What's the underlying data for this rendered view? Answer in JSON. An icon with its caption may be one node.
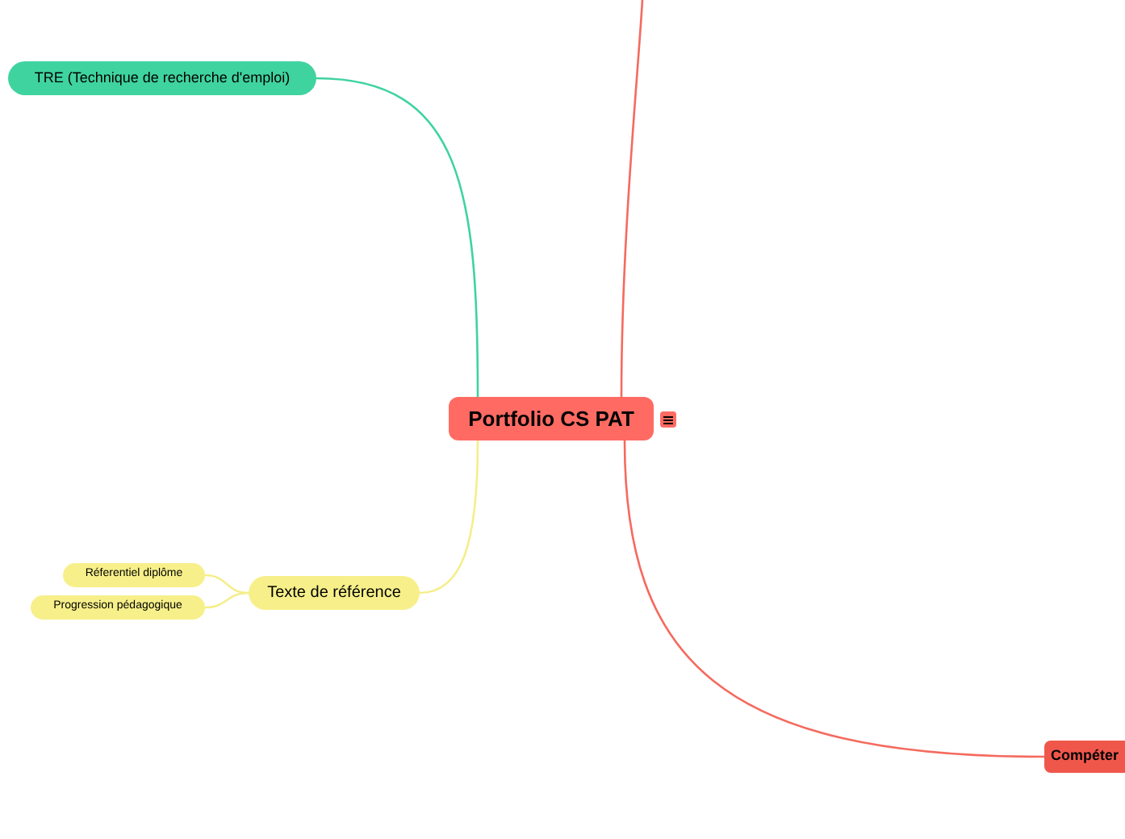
{
  "diagram": {
    "nodes": [
      {
        "text": [
          "Portfolio CS PAT"
        ]
      },
      {
        "text": [
          "TRE (Technique de recherche d'emploi)"
        ]
      },
      {
        "text": [
          "Texte de référence"
        ]
      },
      {
        "text": [
          "Réferentiel diplôme"
        ]
      },
      {
        "text": [
          "Progression pédagogique"
        ]
      },
      {
        "text": [
          "Compéter"
        ]
      }
    ],
    "edges": [
      {
        "from": 0,
        "to": 1,
        "arrow": "none",
        "color": "#3fd3a0"
      },
      {
        "from": 0,
        "to": 2,
        "arrow": "none",
        "color": "#f5ee8a"
      },
      {
        "from": 2,
        "to": 3,
        "arrow": "none",
        "color": "#f5ee8a"
      },
      {
        "from": 2,
        "to": 4,
        "arrow": "none",
        "color": "#f5ee8a"
      },
      {
        "from": 0,
        "to": 5,
        "arrow": "none",
        "color": "#f56a5e"
      },
      {
        "from": 0,
        "to": null,
        "arrow": "none",
        "color": "#f56a5e"
      }
    ]
  }
}
